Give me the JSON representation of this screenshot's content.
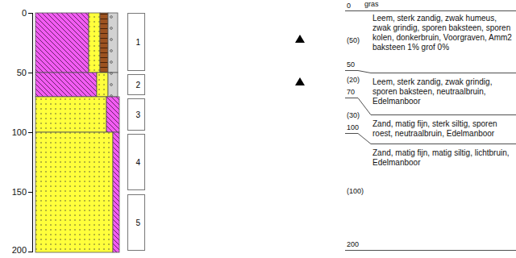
{
  "diagram": {
    "nodes": [
      {
        "text": [
          "1"
        ]
      },
      {
        "text": [
          "2"
        ]
      },
      {
        "text": [
          "3"
        ]
      },
      {
        "text": [
          "4"
        ]
      },
      {
        "text": [
          "5"
        ]
      }
    ],
    "labels": [
      "0",
      "50",
      "100",
      "150",
      "200",
      "gras",
      "0",
      "(50)",
      "Leem, sterk zandig, zwak humeus, zwak grindig, sporen baksteen, sporen kolen, donkerbruin, Voorgraven, Amm2 baksteen 1% grof 0%",
      "50",
      "(20)",
      "70",
      "Leem, sterk zandig, zwak grindig, sporen baksteen, neutraalbruin, Edelmanboor",
      "(30)",
      "100",
      "Zand, matig fijn, sterk siltig, sporen roest, neutraalbruin, Edelmanboor",
      "Zand, matig fijn, matig siltig, lichtbruin, Edelmanboor",
      "(100)",
      "200"
    ]
  }
}
